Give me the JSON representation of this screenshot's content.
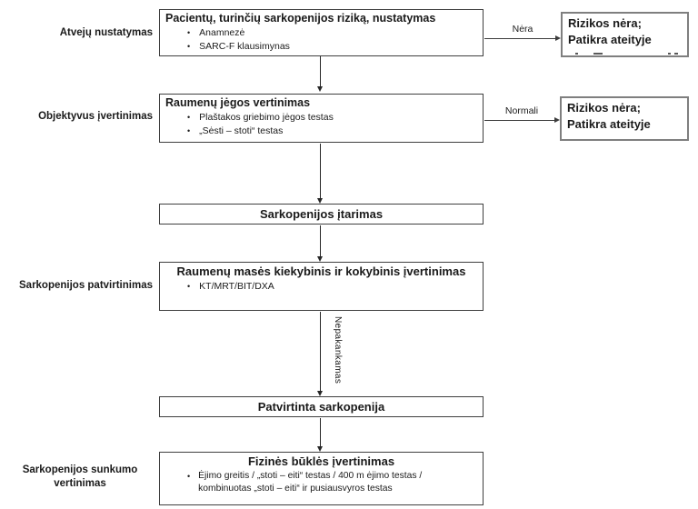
{
  "glyphs": {
    "bullet": "•"
  },
  "colors": {
    "background": "#ffffff",
    "text": "#1a1a1a",
    "flow_box_border": "#3f3f3f",
    "side_box_border": "#7f7f7f",
    "arrow": "#262626"
  },
  "stages": [
    {
      "label": "Atvejų nustatymas"
    },
    {
      "label": "Objektyvus įvertinimas"
    },
    {
      "label": "Sarkopenijos patvirtinimas"
    },
    {
      "label": "Sarkopenijos sunkumo vertinimas"
    }
  ],
  "flow_boxes": [
    {
      "title": "Pacientų, turinčių sarkopenijos riziką, nustatymas",
      "bullets": [
        "Anamnezė",
        "SARC-F klausimynas"
      ]
    },
    {
      "title": "Raumenų jėgos vertinimas",
      "bullets": [
        "Plaštakos griebimo jėgos testas",
        "„Sėsti – stoti“ testas"
      ]
    },
    {
      "title": "Sarkopenijos įtarimas",
      "bullets": []
    },
    {
      "title": "Raumenų masės kiekybinis ir kokybinis įvertinimas",
      "bullets": [
        "KT/MRT/BIT/DXA"
      ]
    },
    {
      "title": "Patvirtinta sarkopenija",
      "bullets": []
    },
    {
      "title": "Fizinės būklės įvertinimas",
      "bullets": [
        "Ėjimo greitis / „stoti – eiti“ testas / 400 m ėjimo testas / kombinuotas „stoti – eiti“ ir pusiausvyros testas"
      ]
    }
  ],
  "side_boxes": [
    {
      "line1": "Rizikos nėra;",
      "line2": "Patikra ateityje"
    },
    {
      "line1": "Rizikos nėra;",
      "line2": "Patikra ateityje"
    }
  ],
  "arrow_labels": {
    "no_risk": "Nėra",
    "normal": "Normali",
    "insufficient": "Nepakankamas"
  }
}
